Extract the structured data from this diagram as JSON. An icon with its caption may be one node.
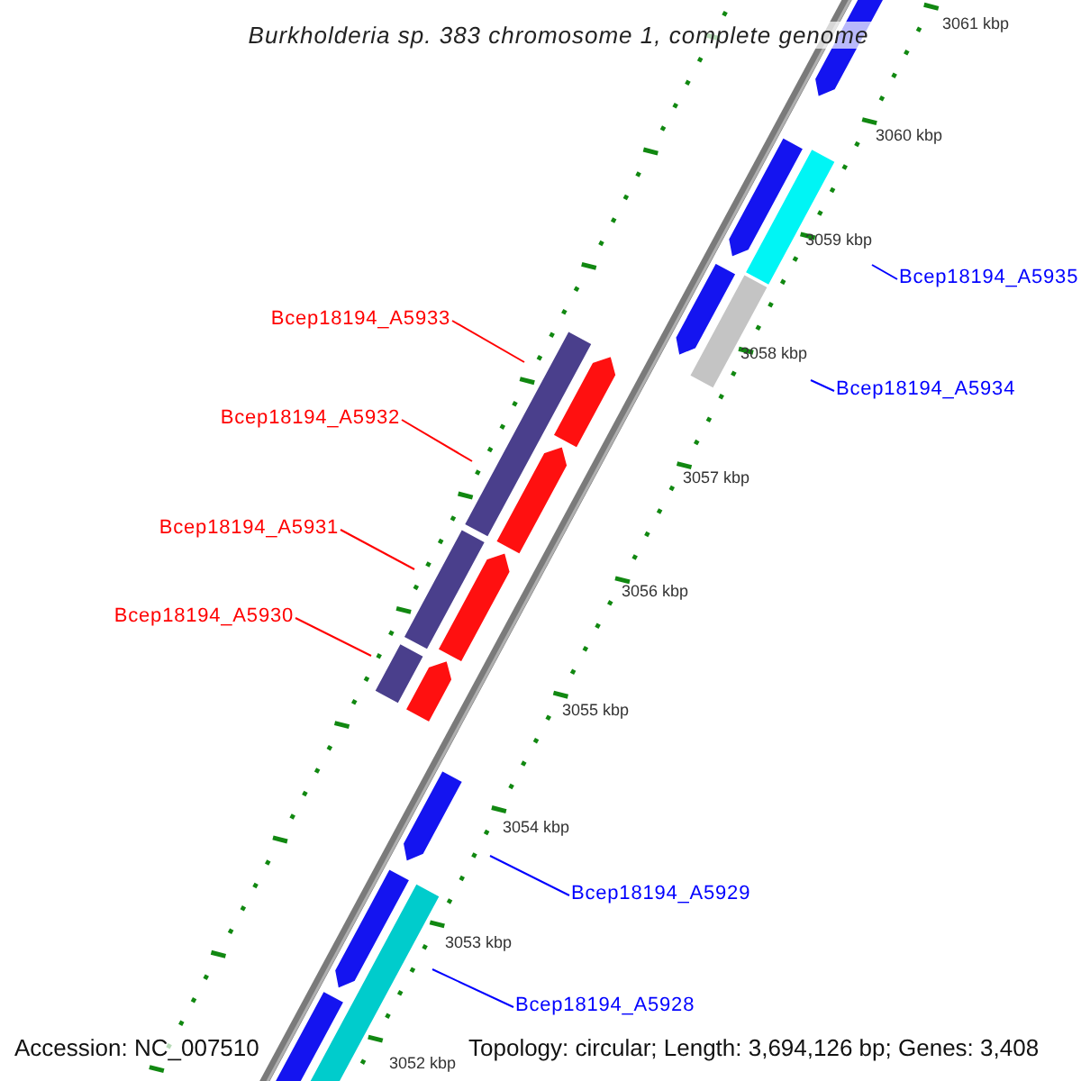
{
  "diagram": {
    "title": "Burkholderia sp. 383 chromosome 1, complete genome",
    "nodes": [
      {
        "text": [
          "Bcep18194_A5935"
        ]
      },
      {
        "text": [
          "Bcep18194_A5933"
        ]
      },
      {
        "text": [
          "Bcep18194_A5934"
        ]
      },
      {
        "text": [
          "Bcep18194_A5932"
        ]
      },
      {
        "text": [
          "Bcep18194_A5931"
        ]
      },
      {
        "text": [
          "Bcep18194_A5930"
        ]
      },
      {
        "text": [
          "Bcep18194_A5929"
        ]
      },
      {
        "text": [
          "Bcep18194_A5928"
        ]
      }
    ],
    "edges": [
      {
        "from": 0,
        "to": null,
        "arrow": "none",
        "color": "#0000ff"
      },
      {
        "from": 1,
        "to": null,
        "arrow": "none",
        "color": "#ff0000"
      },
      {
        "from": 2,
        "to": null,
        "arrow": "none",
        "color": "#0000ff"
      },
      {
        "from": 3,
        "to": null,
        "arrow": "none",
        "color": "#ff0000"
      },
      {
        "from": 4,
        "to": null,
        "arrow": "none",
        "color": "#ff0000"
      },
      {
        "from": 5,
        "to": null,
        "arrow": "none",
        "color": "#ff0000"
      },
      {
        "from": 6,
        "to": null,
        "arrow": "none",
        "color": "#0000ff"
      },
      {
        "from": 7,
        "to": null,
        "arrow": "none",
        "color": "#0000ff"
      }
    ],
    "labels": [
      "3061 kbp",
      "3060 kbp",
      "3059 kbp",
      "3058 kbp",
      "3057 kbp",
      "3056 kbp",
      "3055 kbp",
      "3054 kbp",
      "3053 kbp",
      "3052 kbp",
      "Accession: NC_007510",
      "Topology: circular; Length: 3,694,126 bp; Genes: 3,408"
    ]
  }
}
